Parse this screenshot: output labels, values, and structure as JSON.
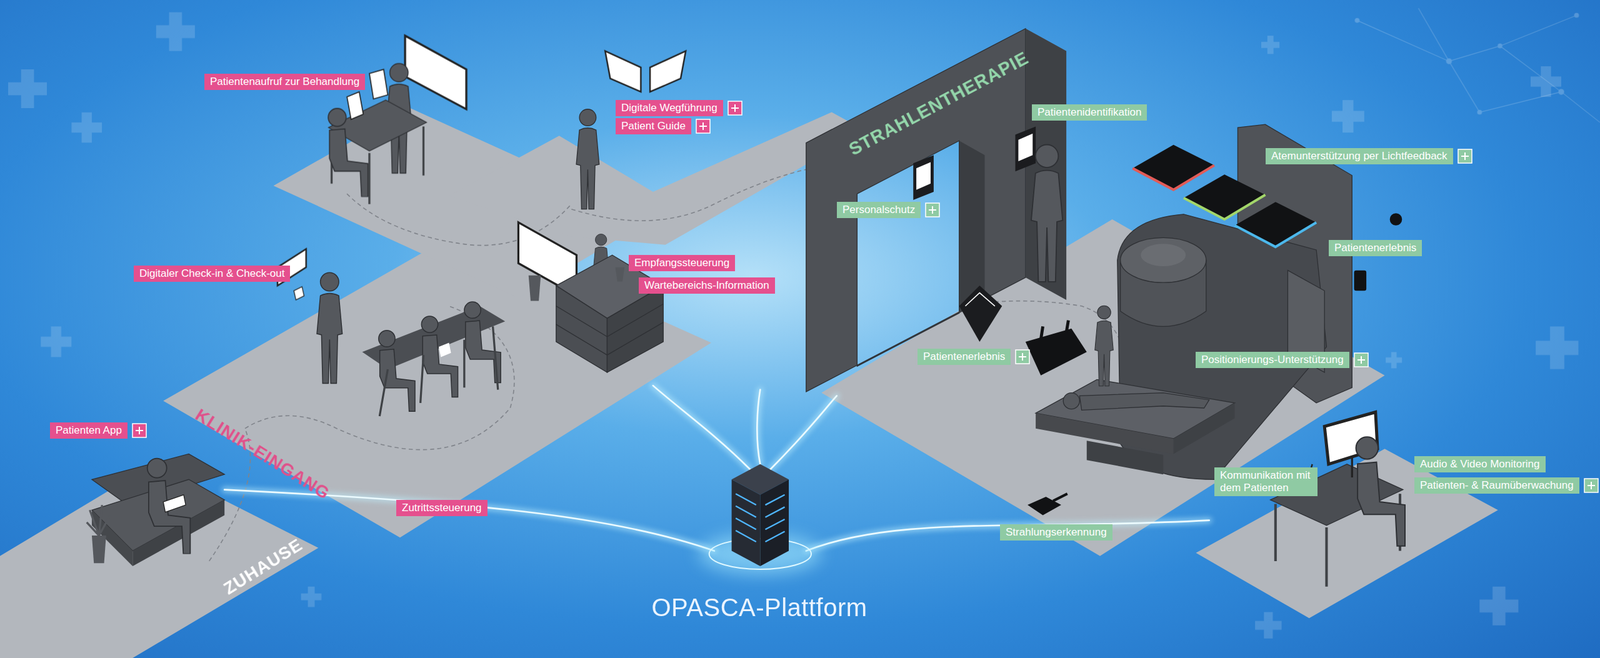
{
  "diagram": {
    "nodes": [
      {
        "text": [
          "Patientenaufruf zur Behandlung"
        ]
      },
      {
        "text": [
          "Digitale Wegführung"
        ]
      },
      {
        "text": [
          "Patient Guide"
        ]
      },
      {
        "text": [
          "Empfangssteuerung"
        ]
      },
      {
        "text": [
          "Wartebereichs-Information"
        ]
      },
      {
        "text": [
          "Digitaler Check-in & Check-out"
        ]
      },
      {
        "text": [
          "Patienten App"
        ]
      },
      {
        "text": [
          "Zutrittssteuerung"
        ]
      },
      {
        "text": [
          "Patientenidentifikation"
        ]
      },
      {
        "text": [
          "Personalschutz"
        ]
      },
      {
        "text": [
          "Atemunterstützung per Lichtfeedback"
        ]
      },
      {
        "text": [
          "Patientenerlebnis"
        ]
      },
      {
        "text": [
          "Patientenerlebnis"
        ]
      },
      {
        "text": [
          "Positionierungs-Unterstützung"
        ]
      },
      {
        "text": [
          "Kommunikation mit dem Patienten"
        ]
      },
      {
        "text": [
          "Audio & Video Monitoring"
        ]
      },
      {
        "text": [
          "Patienten- & Raumüberwachung"
        ]
      },
      {
        "text": [
          "Strahlungserkennung"
        ]
      }
    ],
    "labels": [
      "KLINIK-EINGANG",
      "ZUHAUSE",
      "STRAHLENTHERAPIE",
      "OPASCA-Plattform"
    ]
  }
}
